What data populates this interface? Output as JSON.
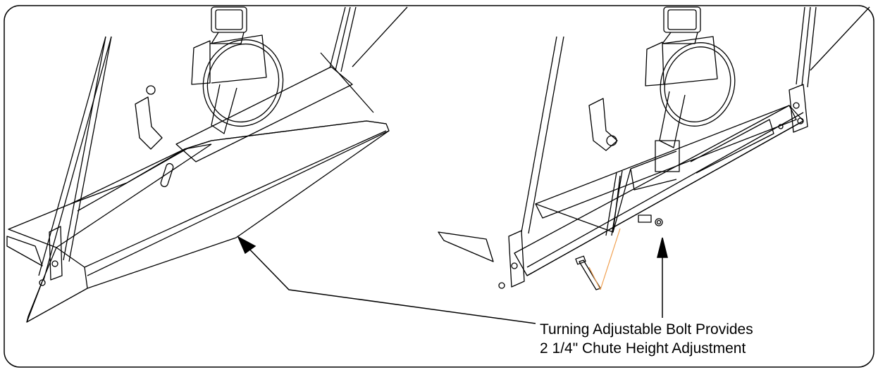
{
  "callout": {
    "line1": "Turning Adjustable Bolt Provides",
    "line2": "2 1/4\" Chute Height Adjustment"
  },
  "figures": {
    "left": "chute-lowered-view",
    "right": "chute-exploded-bolt-view"
  },
  "colors": {
    "linework": "#000000",
    "bolt_path": "#f0a050",
    "background": "#ffffff"
  }
}
